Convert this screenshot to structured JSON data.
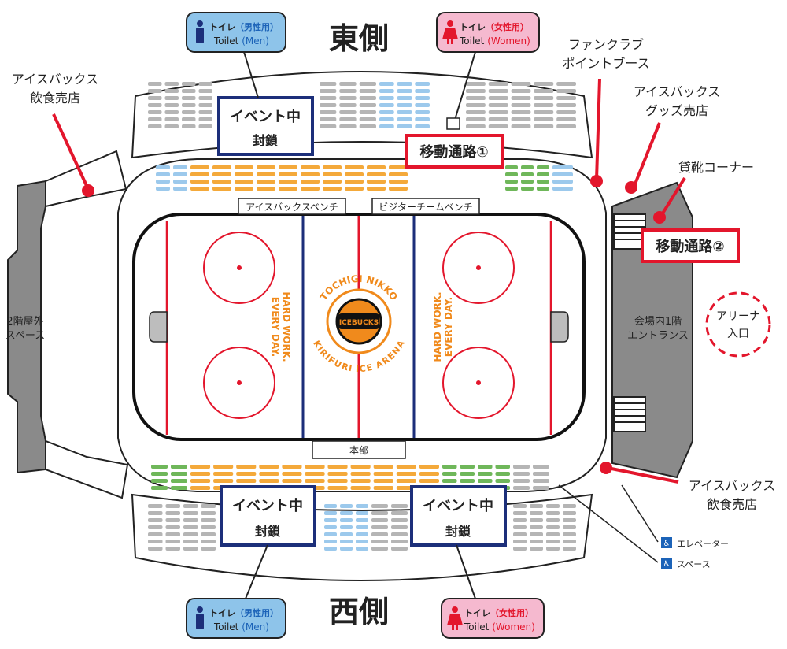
{
  "sides": {
    "east": "東側",
    "west": "西側"
  },
  "toilets": {
    "top_men": {
      "jp": "トイレ",
      "jp_note": "（男性用）",
      "en": "Toilet",
      "en_note": "(Men)"
    },
    "top_women": {
      "jp": "トイレ",
      "jp_note": "（女性用）",
      "en": "Toilet",
      "en_note": "(Women)"
    },
    "bottom_men": {
      "jp": "トイレ",
      "jp_note": "（男性用）",
      "en": "Toilet",
      "en_note": "(Men)"
    },
    "bottom_women": {
      "jp": "トイレ",
      "jp_note": "（女性用）",
      "en": "Toilet",
      "en_note": "(Women)"
    }
  },
  "closed_boxes": {
    "top": {
      "line1": "イベント中",
      "line2": "封鎖"
    },
    "bottom_left": {
      "line1": "イベント中",
      "line2": "封鎖"
    },
    "bottom_right": {
      "line1": "イベント中",
      "line2": "封鎖"
    }
  },
  "passages": {
    "p1": "移動通路①",
    "p2": "移動通路②"
  },
  "poi": {
    "food_left": {
      "line1": "アイスバックス",
      "line2": "飲食売店"
    },
    "fanclub": {
      "line1": "ファンクラブ",
      "line2": "ポイントブース"
    },
    "goods": {
      "line1": "アイスバックス",
      "line2": "グッズ売店"
    },
    "skate_rental": {
      "line1": "貸靴コーナー"
    },
    "food_right": {
      "line1": "アイスバックス",
      "line2": "飲食売店"
    },
    "arena_entrance": {
      "line1": "アリーナ",
      "line2": "入口"
    }
  },
  "areas": {
    "outdoor": {
      "line1": "2階屋外",
      "line2": "スペース"
    },
    "entrance": {
      "line1": "会場内1階",
      "line2": "エントランス"
    }
  },
  "rink": {
    "home_bench": "アイスバックスベンチ",
    "visitor_bench": "ビジターチームベンチ",
    "hq": "本部",
    "slogan_line1": "HARD WORK.",
    "slogan_line2": "EVERY DAY.",
    "arena_top": "TOCHIGI NIKKO",
    "arena_bottom": "KIRIFURI ICE ARENA",
    "logo_text": "ICEBUCKS"
  },
  "legend": {
    "elevator": "エレベーター",
    "space": "スペース"
  },
  "colors": {
    "accent_red": "#e3162c",
    "closed_border": "#1c2f7a",
    "men_bg": "#8ec4ea",
    "women_bg": "#f5b9cf",
    "seat_gray": "#b5b5b5",
    "seat_blue": "#9cc9ec",
    "seat_orange": "#f4a93a",
    "seat_green": "#6fb75a",
    "concourse_gray": "#8a8a8a"
  }
}
